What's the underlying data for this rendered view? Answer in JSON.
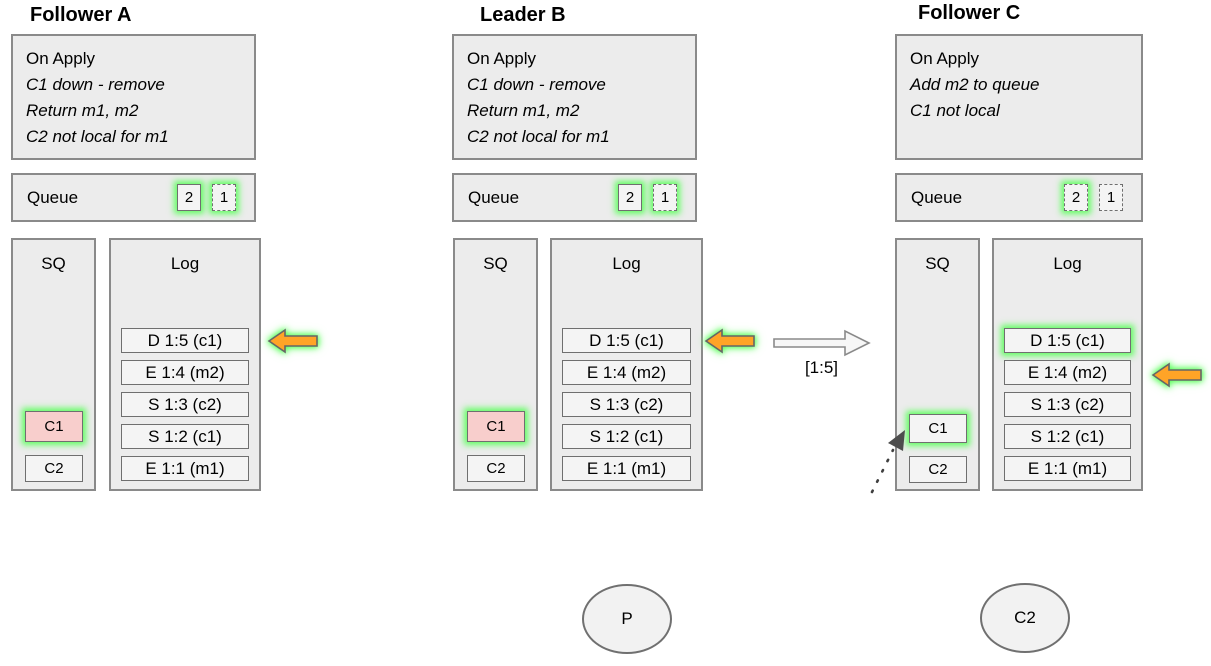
{
  "colors": {
    "glow_green": "#55ff55",
    "arrow_orange_fill": "#ffa427",
    "arrow_orange_border": "#666666",
    "pink_fill": "#f8cecc",
    "panel_fill": "#ececec",
    "panel_border": "#8a8a8a"
  },
  "columns": [
    {
      "title": "Follower A",
      "on_apply": {
        "heading": "On Apply",
        "lines": [
          "C1 down - remove",
          "Return m1, m2",
          "C2 not local for m1"
        ]
      },
      "queue": {
        "label": "Queue",
        "items": [
          {
            "value": "2",
            "border": "solid",
            "glow": true
          },
          {
            "value": "1",
            "border": "dashed",
            "glow": true
          }
        ]
      },
      "sq": {
        "label": "SQ",
        "items": [
          {
            "value": "C1",
            "fill": "pink",
            "border": "dotted",
            "glow": true
          },
          {
            "value": "C2",
            "fill": "plain",
            "border": "solid",
            "glow": false
          }
        ]
      },
      "log": {
        "label": "Log",
        "entries": [
          {
            "text": "D 1:5 (c1)",
            "glow": false,
            "pointer": true
          },
          {
            "text": "E 1:4 (m2)",
            "glow": false,
            "pointer": false
          },
          {
            "text": "S 1:3 (c2)",
            "glow": false,
            "pointer": false
          },
          {
            "text": "S 1:2 (c1)",
            "glow": false,
            "pointer": false
          },
          {
            "text": "E 1:1 (m1)",
            "glow": false,
            "pointer": false
          }
        ]
      }
    },
    {
      "title": "Leader B",
      "on_apply": {
        "heading": "On Apply",
        "lines": [
          "C1 down - remove",
          "Return m1, m2",
          "C2 not local for m1"
        ]
      },
      "queue": {
        "label": "Queue",
        "items": [
          {
            "value": "2",
            "border": "solid",
            "glow": true
          },
          {
            "value": "1",
            "border": "dashed",
            "glow": true
          }
        ]
      },
      "sq": {
        "label": "SQ",
        "items": [
          {
            "value": "C1",
            "fill": "pink",
            "border": "dotted",
            "glow": true
          },
          {
            "value": "C2",
            "fill": "plain",
            "border": "solid",
            "glow": false
          }
        ]
      },
      "log": {
        "label": "Log",
        "entries": [
          {
            "text": "D 1:5 (c1)",
            "glow": false,
            "pointer": true
          },
          {
            "text": "E 1:4 (m2)",
            "glow": false,
            "pointer": false
          },
          {
            "text": "S 1:3 (c2)",
            "glow": false,
            "pointer": false
          },
          {
            "text": "S 1:2 (c1)",
            "glow": false,
            "pointer": false
          },
          {
            "text": "E 1:1 (m1)",
            "glow": false,
            "pointer": false
          }
        ]
      }
    },
    {
      "title": "Follower C",
      "on_apply": {
        "heading": "On Apply",
        "lines": [
          "Add m2 to queue",
          "C1 not local"
        ]
      },
      "queue": {
        "label": "Queue",
        "items": [
          {
            "value": "2",
            "border": "dashed",
            "glow": true
          },
          {
            "value": "1",
            "border": "dashed",
            "glow": false
          }
        ]
      },
      "sq": {
        "label": "SQ",
        "items": [
          {
            "value": "C1",
            "fill": "plain",
            "border": "solid",
            "glow": true
          },
          {
            "value": "C2",
            "fill": "plain",
            "border": "solid",
            "glow": false
          }
        ]
      },
      "log": {
        "label": "Log",
        "entries": [
          {
            "text": "D 1:5 (c1)",
            "glow": true,
            "pointer": false
          },
          {
            "text": "E 1:4 (m2)",
            "glow": false,
            "pointer": true
          },
          {
            "text": "S 1:3 (c2)",
            "glow": false,
            "pointer": false
          },
          {
            "text": "S 1:2 (c1)",
            "glow": false,
            "pointer": false
          },
          {
            "text": "E 1:1 (m1)",
            "glow": false,
            "pointer": false
          }
        ]
      }
    }
  ],
  "replication_arrow": {
    "label": "[1:5]"
  },
  "nodes": [
    {
      "label": "P"
    },
    {
      "label": "C2"
    }
  ]
}
